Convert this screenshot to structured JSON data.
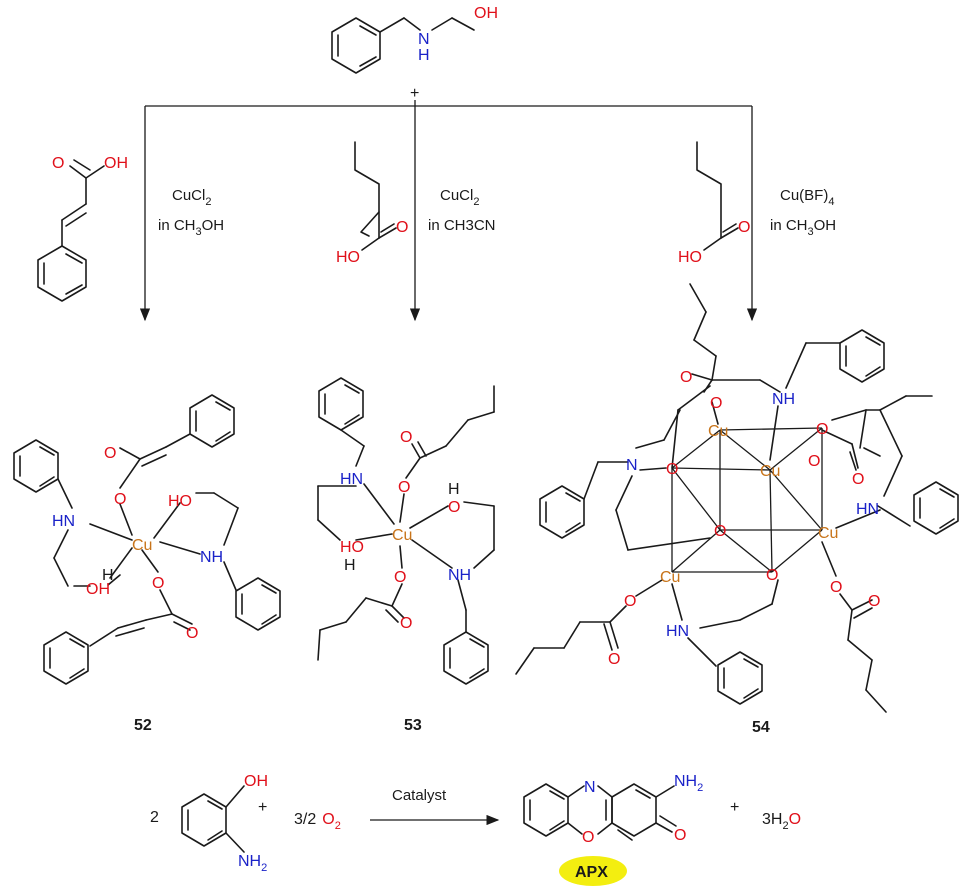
{
  "colors": {
    "carbon_bond": "#1a1a1a",
    "oxygen": "#e0101a",
    "nitrogen": "#1a22c8",
    "copper": "#c8741a",
    "apx_badge": "#f3ee10"
  },
  "top": {
    "reagent_atoms": {
      "nh": "H",
      "n": "N",
      "oh": "OH"
    },
    "plus": "+"
  },
  "branches": [
    {
      "reagent": "cinnamic acid",
      "condition": {
        "metal": "CuCl",
        "metal_sub": "2",
        "solvent_prefix": "in CH",
        "solvent_sub": "3",
        "solvent_suffix": "OH"
      },
      "acid_atoms": {
        "o": "O",
        "oh": "OH"
      }
    },
    {
      "reagent": "pentanoic acid",
      "condition": {
        "metal": "CuCl",
        "metal_sub": "2",
        "solvent_prefix": "in CH3CN",
        "solvent_sub": "",
        "solvent_suffix": ""
      },
      "acid_atoms": {
        "o": "O",
        "ho": "HO"
      }
    },
    {
      "reagent": "pentanoic acid",
      "condition": {
        "metal": "Cu(BF)",
        "metal_sub": "4",
        "solvent_prefix": "in CH",
        "solvent_sub": "3",
        "solvent_suffix": "OH"
      },
      "acid_atoms": {
        "o": "O",
        "ho": "HO"
      }
    }
  ],
  "labels": {
    "cu": "Cu",
    "o": "O",
    "n": "N",
    "nh": "NH",
    "hn": "HN",
    "oh": "OH",
    "ho": "HO",
    "h": "H"
  },
  "compounds": [
    "52",
    "53",
    "54"
  ],
  "reaction": {
    "coef_left": "2",
    "plus1": "+",
    "oxygen_coef": "3/2",
    "oxygen_prefix": "O",
    "oxygen_sub": "2",
    "catalyst_label": "Catalyst",
    "nh2_prefix": "NH",
    "nh2_sub": "2",
    "oh": "OH",
    "plus2": "+",
    "water_prefix": "3H",
    "water_sub": "2",
    "water_o": "O",
    "product_o_ring": "O",
    "product_n_ring": "N",
    "product_carbonyl": "O",
    "product_badge": "APX"
  }
}
